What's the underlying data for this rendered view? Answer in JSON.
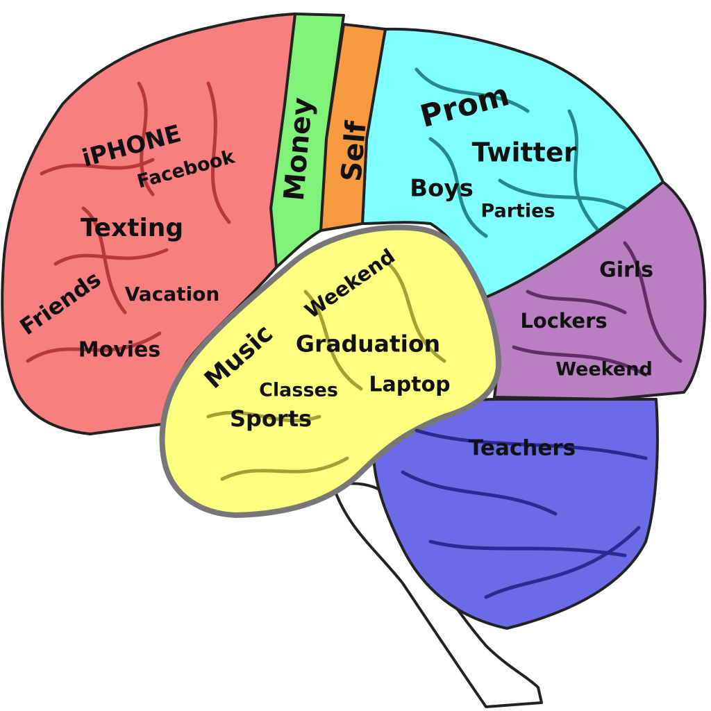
{
  "colors": {
    "frontal": "#f77f7f",
    "money_strip": "#80f27a",
    "self_strip": "#f79a40",
    "parietal": "#80ffff",
    "occipital": "#b880c0",
    "temporal": "#ffff80",
    "cerebellum": "#6b6be8",
    "brainstem": "#ffffff"
  },
  "labels": {
    "iphone": "iPHONE",
    "facebook": "Facebook",
    "texting": "Texting",
    "friends": "Friends",
    "vacation": "Vacation",
    "movies": "Movies",
    "money": "Money",
    "self": "Self",
    "prom": "Prom",
    "twitter": "Twitter",
    "boys": "Boys",
    "parties": "Parties",
    "girls": "Girls",
    "lockers": "Lockers",
    "weekend_occipital": "Weekend",
    "weekend_temporal": "Weekend",
    "music": "Music",
    "graduation": "Graduation",
    "classes": "Classes",
    "laptop": "Laptop",
    "sports": "Sports",
    "teachers": "Teachers"
  }
}
